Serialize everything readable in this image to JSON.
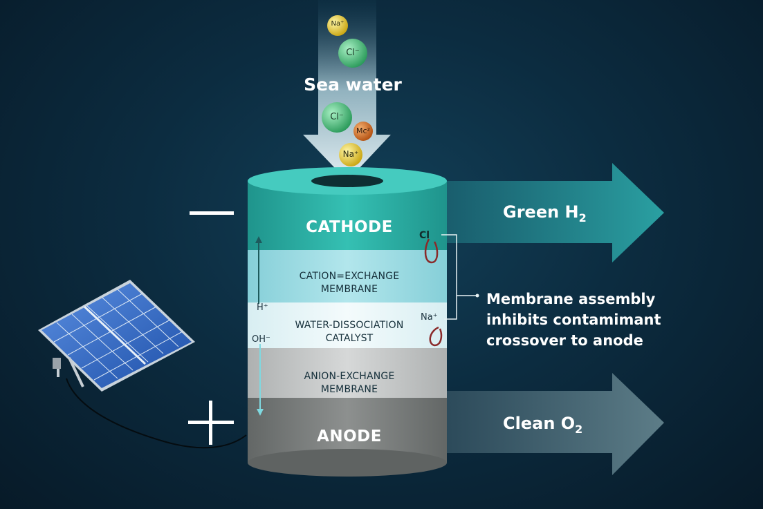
{
  "input": {
    "label": "Sea water",
    "ions": [
      "Na⁺",
      "Cl⁻",
      "Cl⁻",
      "Mc²",
      "Na⁺"
    ]
  },
  "cell": {
    "cathode": "CATHODE",
    "cation_membrane": [
      "CATION=EXCHANGE",
      "MEMBRANE"
    ],
    "catalyst": [
      "WATER-DISSOCIATION",
      "CATALYST"
    ],
    "anion_membrane": [
      "ANION-EXCHANGE",
      "MEMBRANE"
    ],
    "anode": "ANODE"
  },
  "ions_inside": {
    "h_plus": "H⁺",
    "oh_minus": "OH⁻",
    "cl": "Cl",
    "na_plus": "Na⁺"
  },
  "terminals": {
    "negative": "—",
    "positive": "+"
  },
  "outputs": {
    "hydrogen": {
      "text": "Green H",
      "sub": "2"
    },
    "oxygen": {
      "text": "Clean O",
      "sub": "2"
    }
  },
  "callout": [
    "Membrane assembly",
    "inhibits contamimant",
    "crossover to anode"
  ],
  "colors": {
    "background": "#0c2c40",
    "cathode": "#2fb3a8",
    "cation_membrane": "#9fdde5",
    "catalyst": "#e8f5f8",
    "anion_membrane": "#c9cbcb",
    "anode": "#7f8281",
    "arrow": "#2a8a93"
  }
}
